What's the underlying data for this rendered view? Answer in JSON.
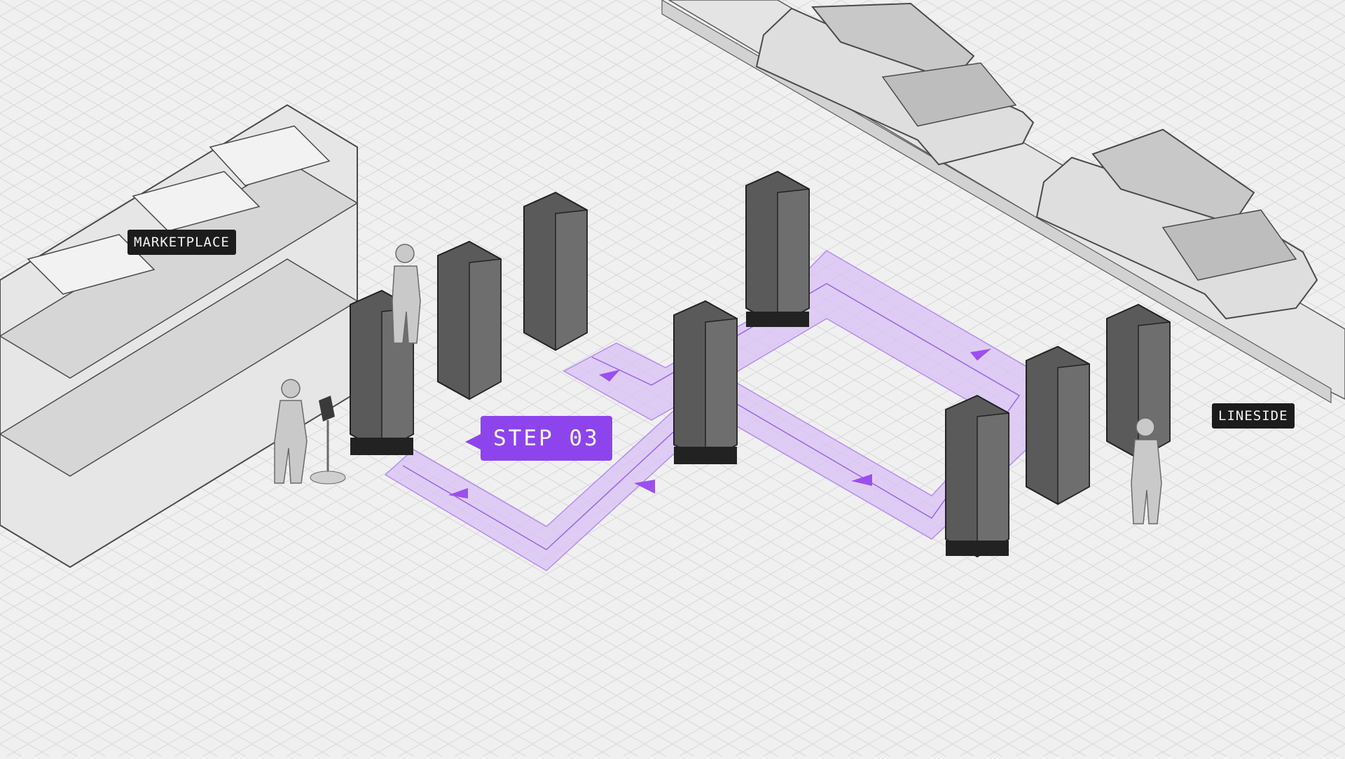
{
  "labels": {
    "marketplace": "MARKETPLACE",
    "lineside": "LINESIDE",
    "step": "STEP 03"
  },
  "colors": {
    "background": "#f0f0f0",
    "grid": "#d9d9d9",
    "path_fill": "#d9c0f7",
    "path_line": "#a374e8",
    "accent": "#8e44ec",
    "tag_background": "#1c1c1c",
    "robot_cart": "#555555",
    "structure": "#e2e2e2"
  },
  "icons": {
    "route_arrow": "triangle-arrow",
    "robot_cart": "autonomous-mobile-robot-cart",
    "worker": "person-silhouette",
    "tablet_kiosk": "tablet-on-stand",
    "car_body": "car-body-on-conveyor",
    "rack": "pallet-rack"
  }
}
